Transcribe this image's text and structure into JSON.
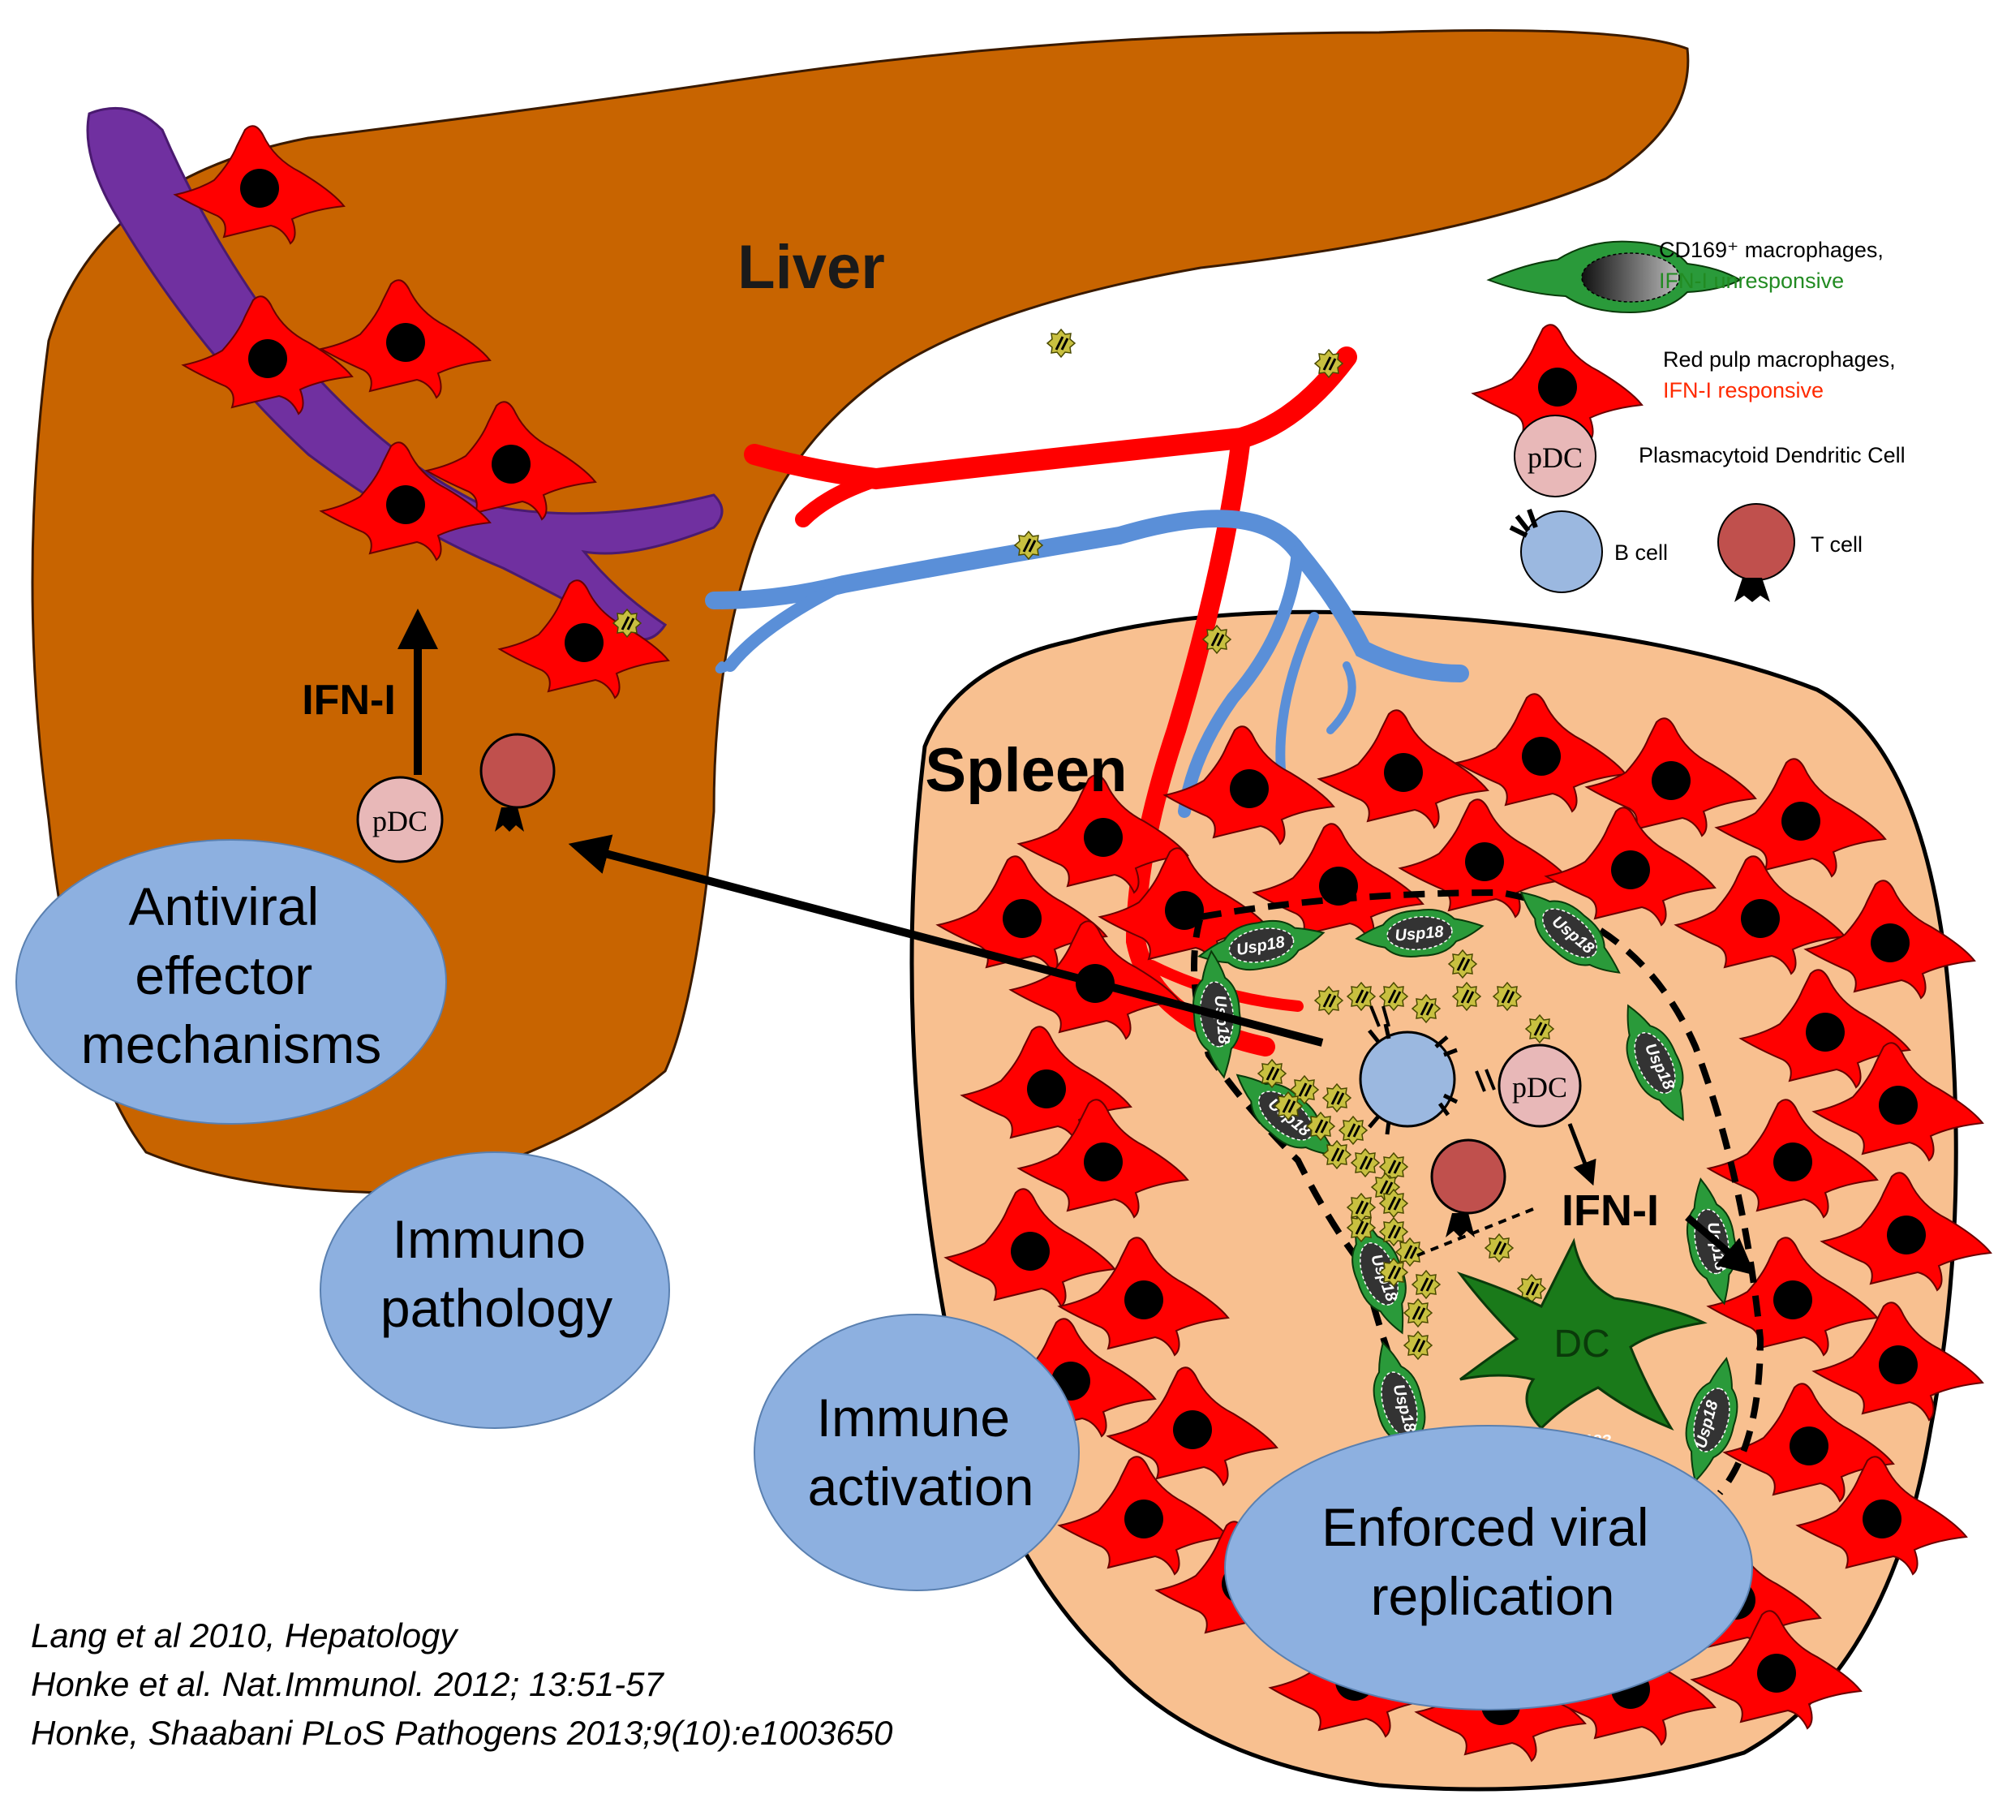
{
  "labels": {
    "liver": "Liver",
    "spleen": "Spleen",
    "ifn_liver": "IFN-I",
    "ifn_spleen": "IFN-I",
    "pdc": "pDC",
    "dc": "DC",
    "usp18": "Usp18",
    "usp18_q": "Usp18?"
  },
  "ellipses": {
    "antiviral": [
      "Antiviral",
      "effector",
      "mechanisms"
    ],
    "immunopathology": [
      "Immuno",
      "pathology"
    ],
    "immune_activation": [
      "Immune",
      "activation"
    ],
    "enforced": [
      "Enforced viral",
      "replication"
    ]
  },
  "legend": {
    "cd169_title": "CD169⁺ macrophages,",
    "cd169_sub": "IFN-I unresponsive",
    "redpulp_title": "Red pulp macrophages,",
    "redpulp_sub": "IFN-I responsive",
    "pdc_label": "Plasmacytoid Dendritic Cell",
    "pdc_badge": "pDC",
    "bcell": "B cell",
    "tcell": "T cell"
  },
  "references": [
    "Lang et al 2010, Hepatology",
    "Honke et al. Nat.Immunol. 2012; 13:51-57",
    "Honke, Shaabani PLoS Pathogens 2013;9(10):e1003650"
  ],
  "colors": {
    "liver": "#c86400",
    "spleen": "#f8c090",
    "macrophage_red": "#ff0000",
    "cd169_green": "#2a9a3a",
    "vein_purple": "#7030a0",
    "artery_red": "#ff0000",
    "vein_blue": "#5a8fd8",
    "ellipse_blue": "#8db0e0",
    "pdc_pink": "#e8b8b8",
    "tcell_red": "#c0504d",
    "bcell_blue": "#9bb8e0",
    "dc_green": "#1a7a1a",
    "virus_yellow": "#c8c040"
  }
}
